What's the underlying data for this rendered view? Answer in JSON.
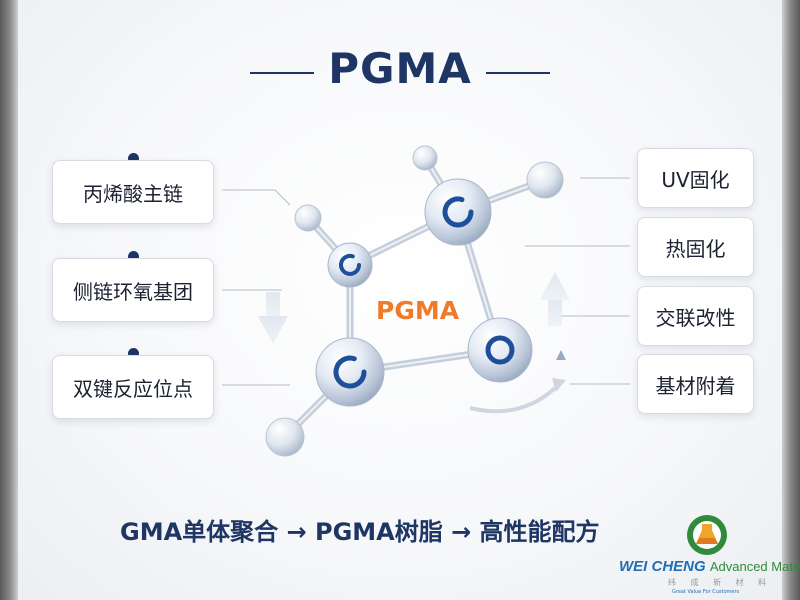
{
  "title": "PGMA",
  "center_label": "PGMA",
  "left_boxes": [
    "丙烯酸主链",
    "侧链环氧基团",
    "双键反应位点"
  ],
  "right_boxes": [
    "UV固化",
    "热固化",
    "交联改性",
    "基材附着"
  ],
  "bottom_text": "GMA单体聚合 → PGMA树脂 → 高性能配方",
  "logo": {
    "brand_bold": "WEI CHENG",
    "brand_rest": "Advanced Material",
    "chinese": "纬 成 新 材 料",
    "tagline": "Great Value For Customers"
  },
  "colors": {
    "navy": "#1f3563",
    "orange": "#ee7a2a",
    "blue_ring": "#1f4e9a"
  }
}
